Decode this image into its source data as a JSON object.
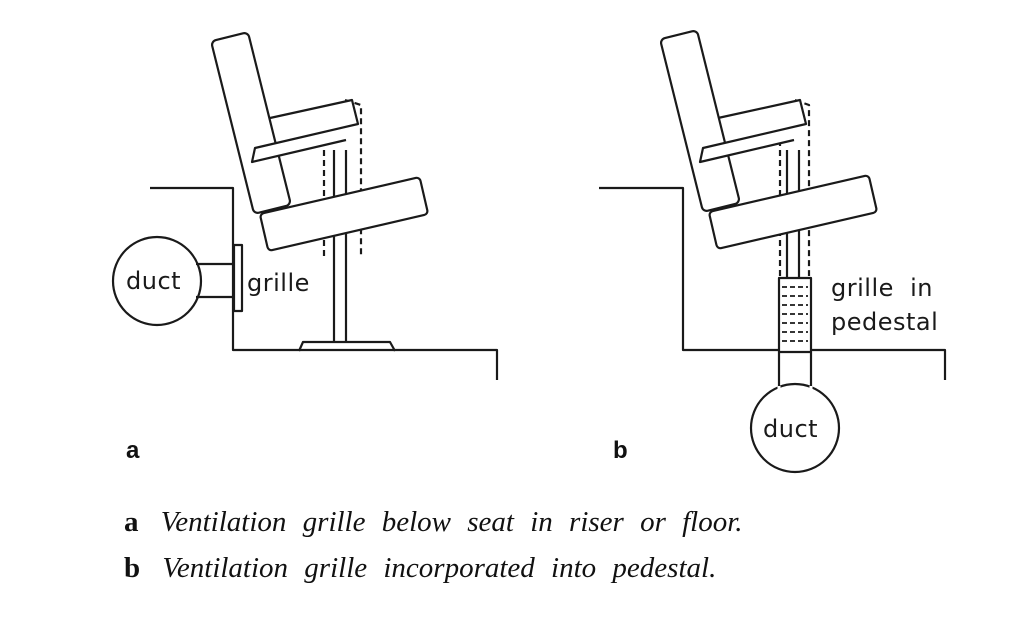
{
  "panel_a": {
    "letter": "a",
    "duct_label": "duct",
    "grille_label": "grille"
  },
  "panel_b": {
    "letter": "b",
    "duct_label": "duct",
    "grille_label_line1": "grille  in",
    "grille_label_line2": "pedestal"
  },
  "captions": [
    {
      "letter": "a",
      "text": "Ventilation grille below seat in riser or floor."
    },
    {
      "letter": "b",
      "text": "Ventilation grille incorporated into pedestal."
    }
  ]
}
